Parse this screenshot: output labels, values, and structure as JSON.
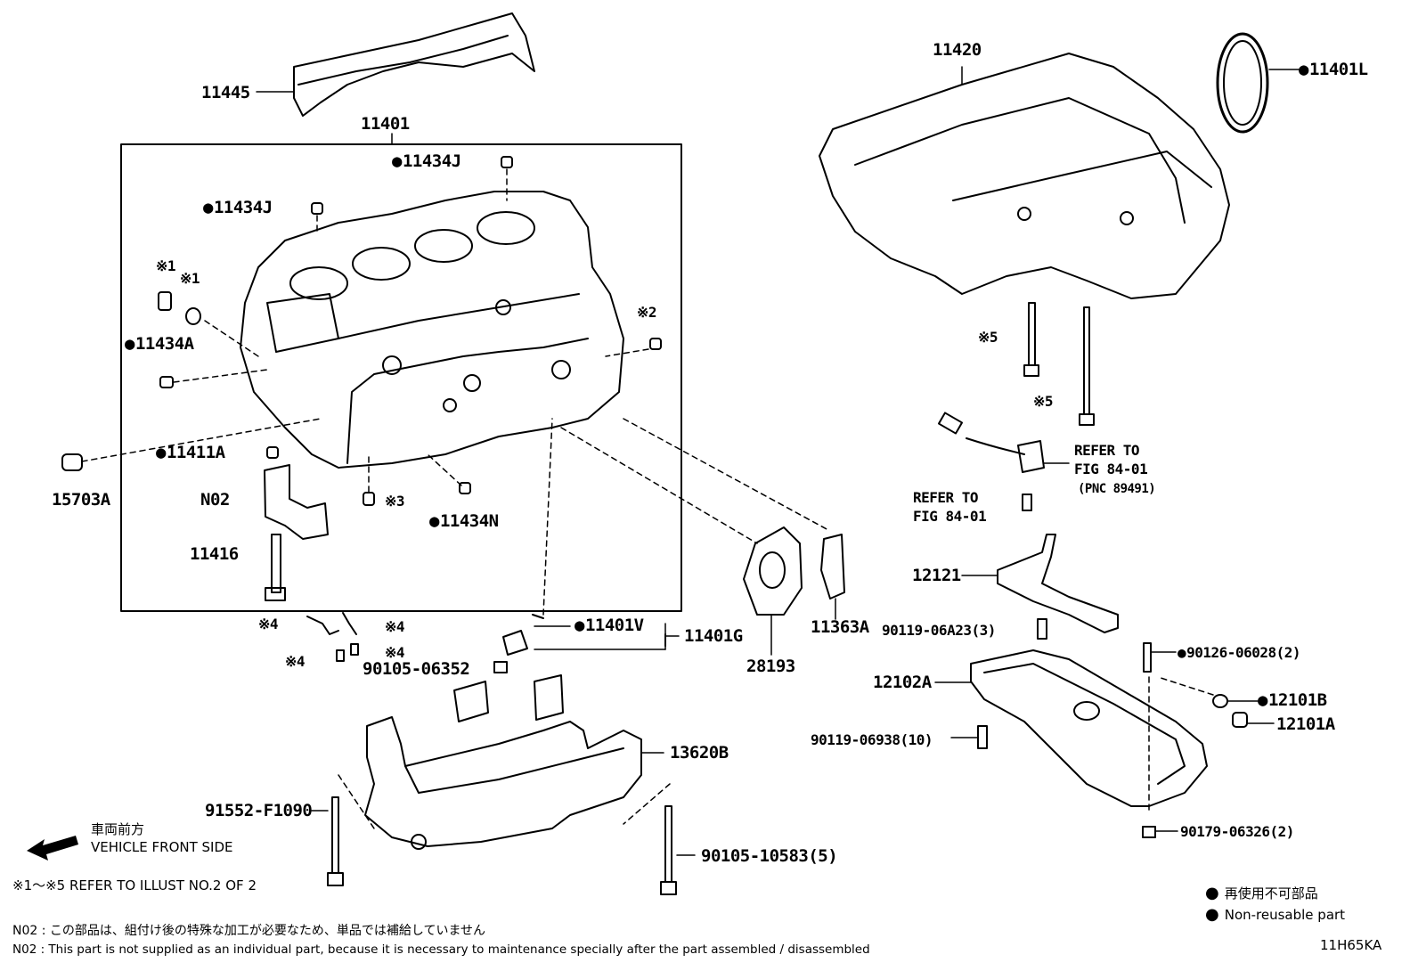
{
  "labels": {
    "p11445": "11445",
    "p11401": "11401",
    "p11434J_a": "11434J",
    "p11434J_b": "11434J",
    "ref1a": "※1",
    "ref1b": "※1",
    "p11434A": "11434A",
    "ref2": "※2",
    "p11411A": "11411A",
    "p15703A": "15703A",
    "pN02": "N02",
    "ref3": "※3",
    "p11434N": "11434N",
    "p11416": "11416",
    "ref4a": "※4",
    "ref4b": "※4",
    "ref4c": "※4",
    "ref4d": "※4",
    "p11401V": "11401V",
    "p11401G": "11401G",
    "p90105_06352": "90105-06352",
    "p28193": "28193",
    "p11363A": "11363A",
    "p13620B": "13620B",
    "p91552": "91552-F1090",
    "p90105_10583": "90105-10583(5)",
    "p11420": "11420",
    "p11401L": "11401L",
    "ref5a": "※5",
    "ref5b": "※5",
    "refer1": "REFER TO",
    "fig1": "FIG 84-01",
    "pnc": "(PNC 89491)",
    "refer2": "REFER TO",
    "fig2": "FIG 84-01",
    "p12121": "12121",
    "p90119_06A23": "90119-06A23(3)",
    "p90126_06028": "90126-06028(2)",
    "p12102A": "12102A",
    "p12101B": "12101B",
    "p12101A": "12101A",
    "p90119_06938": "90119-06938(10)",
    "p90179_06326": "90179-06326(2)"
  },
  "front": {
    "jp": "車両前方",
    "en": "VEHICLE FRONT SIDE"
  },
  "refer_note": "※1～※5  REFER TO ILLUST NO.2 OF 2",
  "legend": {
    "jp": "再使用不可部品",
    "en": "Non-reusable part"
  },
  "footnotes": {
    "jp": "N02 : この部品は、組付け後の特殊な加工が必要なため、単品では補給していません",
    "en": "N02 : This part is not supplied as an individual part, because it is necessary to maintenance specially after the part assembled / disassembled"
  },
  "illust_id": "11H65KA"
}
